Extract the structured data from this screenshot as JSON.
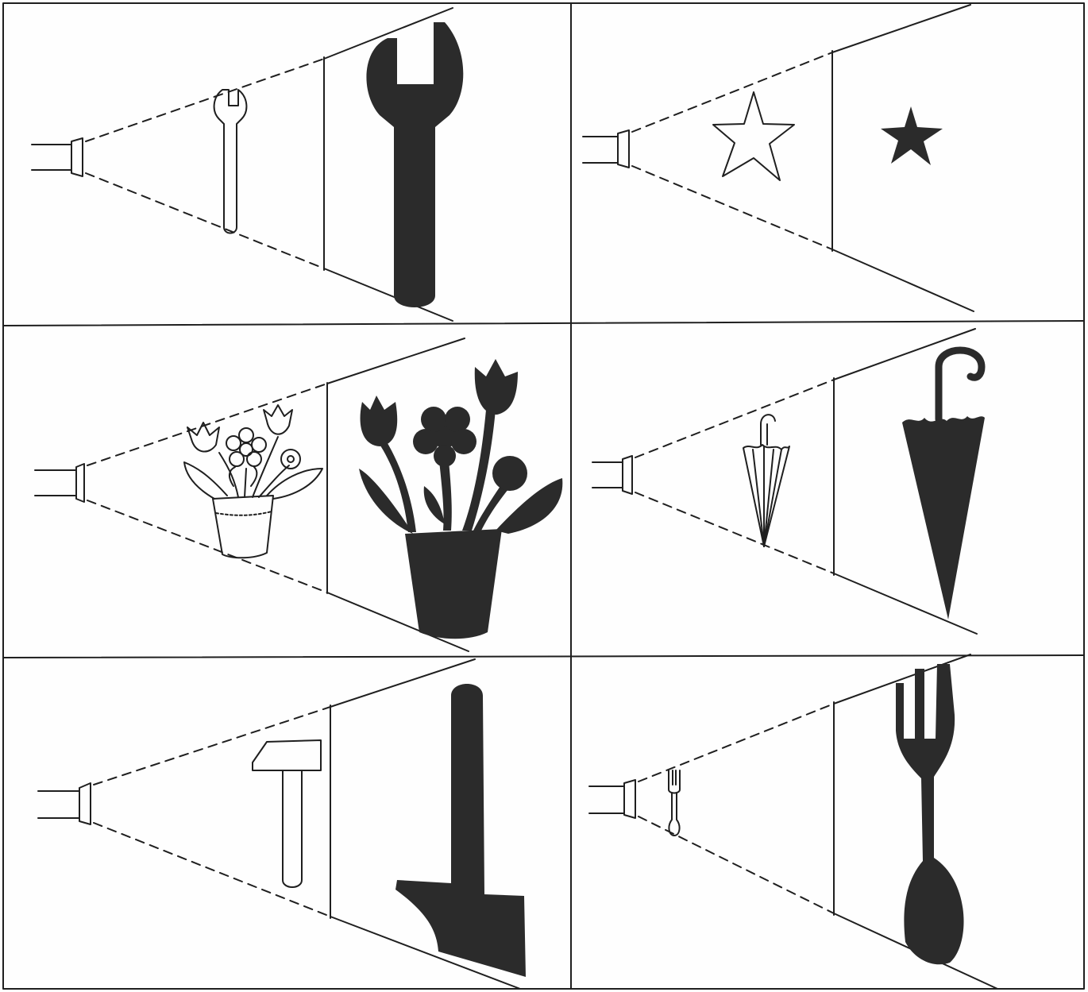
{
  "worksheet": {
    "panels": [
      {
        "object": "wrench",
        "object_icon": "wrench-icon",
        "shadow_icon": "wrench-shadow-icon"
      },
      {
        "object": "star",
        "object_icon": "star-icon",
        "shadow_icon": "star-shadow-icon"
      },
      {
        "object": "flower-pot",
        "object_icon": "flower-pot-icon",
        "shadow_icon": "flower-pot-shadow-icon"
      },
      {
        "object": "umbrella",
        "object_icon": "umbrella-icon",
        "shadow_icon": "umbrella-shadow-icon"
      },
      {
        "object": "hammer",
        "object_icon": "hammer-icon",
        "shadow_icon": "hammer-shadow-icon"
      },
      {
        "object": "fork",
        "object_icon": "fork-icon",
        "shadow_icon": "fork-shadow-icon"
      }
    ],
    "colors": {
      "ink": "#1f1f1f",
      "shadow": "#2b2b2b",
      "paper": "#fefefe"
    }
  }
}
